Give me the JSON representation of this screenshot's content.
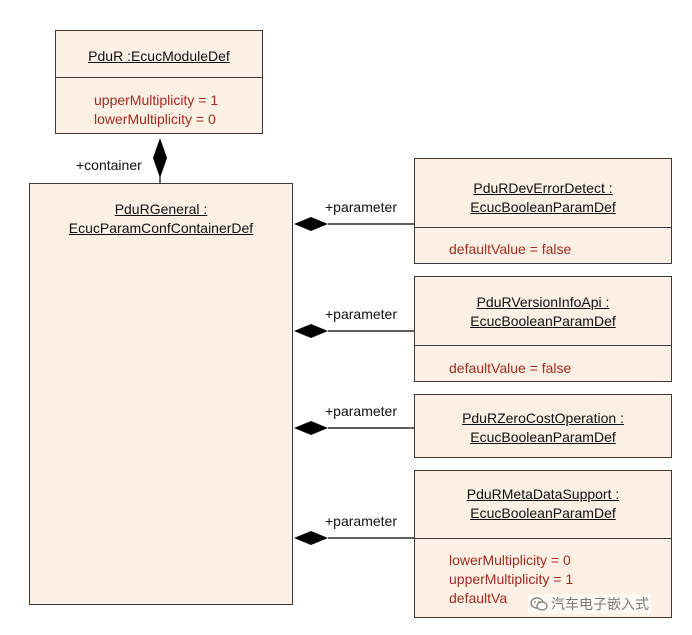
{
  "module": {
    "title": "PduR :EcucModuleDef",
    "attrs": [
      "upperMultiplicity = 1",
      "lowerMultiplicity = 0"
    ]
  },
  "container_role": "+container",
  "general": {
    "title_line1": "PduRGeneral :",
    "title_line2": "EcucParamConfContainerDef"
  },
  "params": [
    {
      "role": "+parameter",
      "title_line1": "PduRDevErrorDetect :",
      "title_line2": "EcucBooleanParamDef",
      "attrs": [
        "defaultValue = false"
      ]
    },
    {
      "role": "+parameter",
      "title_line1": "PduRVersionInfoApi :",
      "title_line2": "EcucBooleanParamDef",
      "attrs": [
        "defaultValue = false"
      ]
    },
    {
      "role": "+parameter",
      "title_line1": "PduRZeroCostOperation :",
      "title_line2": "EcucBooleanParamDef",
      "attrs": []
    },
    {
      "role": "+parameter",
      "title_line1": "PduRMetaDataSupport :",
      "title_line2": "EcucBooleanParamDef",
      "attrs": [
        "lowerMultiplicity = 0",
        "upperMultiplicity = 1",
        "defaultVa"
      ]
    }
  ],
  "watermark": {
    "text": "汽车电子嵌入式",
    "icon": "wechat-icon"
  },
  "colors": {
    "box_fill": "#fbf0e3",
    "border": "#3a3a3a",
    "attr_text": "#a52a22",
    "diamond": "#000000"
  }
}
